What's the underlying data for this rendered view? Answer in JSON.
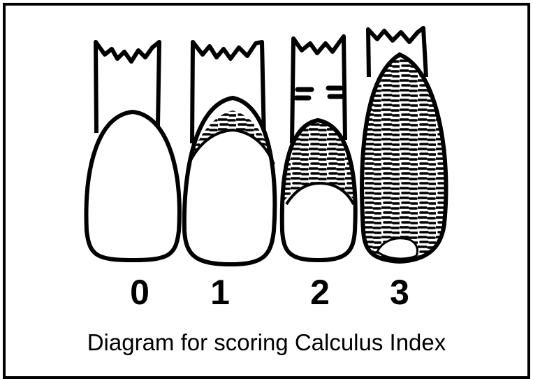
{
  "diagram": {
    "caption": "Diagram for scoring Calculus Index",
    "teeth": [
      {
        "score": "0"
      },
      {
        "score": "1"
      },
      {
        "score": "2"
      },
      {
        "score": "3"
      }
    ]
  }
}
